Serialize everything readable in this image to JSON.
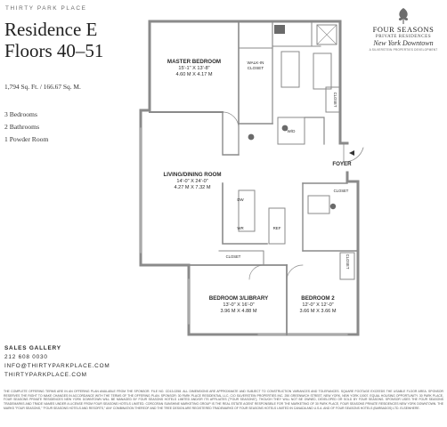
{
  "header": {
    "building": "THIRTY PARK PLACE",
    "residence": "Residence E",
    "floors": "Floors 40–51",
    "area": "1,794 Sq. Ft. / 166.67 Sq. M."
  },
  "specs": [
    "3 Bedrooms",
    "2 Bathrooms",
    "1 Powder Room"
  ],
  "brand": {
    "name": "FOUR SEASONS",
    "line2": "PRIVATE RESIDENCES",
    "line3": "New York Downtown",
    "tagline": "A SILVERSTEIN PROPERTIES DEVELOPMENT"
  },
  "rooms": {
    "master": {
      "name": "MASTER BEDROOM",
      "imperial": "15'-1\" X 13'-8\"",
      "metric": "4.60 M X 4.17 M"
    },
    "living": {
      "name": "LIVING/DINING ROOM",
      "imperial": "14'-0\" X 24'-0\"",
      "metric": "4.27 M X 7.32 M"
    },
    "bedroom3": {
      "name": "BEDROOM 3/LIBRARY",
      "imperial": "13'-0\" X 16'-0\"",
      "metric": "3.96 M X 4.88 M"
    },
    "bedroom2": {
      "name": "BEDROOM 2",
      "imperial": "12'-0\" X 12'-0\"",
      "metric": "3.66 M X 3.66 M"
    },
    "walkin": {
      "l1": "WALK-IN",
      "l2": "CLOSET"
    },
    "closet": "CLOSET",
    "wd": "W/D",
    "foyer": "FOYER",
    "dw": "DW",
    "wr": "WR",
    "ref": "REF"
  },
  "sales": {
    "heading": "SALES GALLERY",
    "phone": "212 608 0030",
    "email": "INFO@THIRTYPARKPLACE.COM",
    "web": "THIRTYPARKPLACE.COM"
  },
  "disclaimer": "THE COMPLETE OFFERING TERMS ARE IN AN OFFERING PLAN AVAILABLE FROM THE SPONSOR. FILE NO. CD13-0258. ALL DIMENSIONS ARE APPROXIMATE AND SUBJECT TO CONSTRUCTION VARIANCES AND TOLERANCES. SQUARE FOOTAGE EXCEEDS THE USABLE FLOOR AREA. SPONSOR RESERVES THE RIGHT TO MAKE CHANGES IN ACCORDANCE WITH THE TERMS OF THE OFFERING PLAN. SPONSOR: 30 PARK PLACE RESIDENTIAL LLC, C/O SILVERSTEIN PROPERTIES INC. 250 GREENWICH STREET, NEW YORK, NEW YORK 10007. EQUAL HOUSING OPPORTUNITY. 30 PARK PLACE, FOUR SEASONS PRIVATE RESIDENCES NEW YORK DOWNTOWN WILL BE MANAGED BY FOUR SEASONS HOTELS LIMITED AND/OR ITS AFFILIATES (\"FOUR SEASONS\"), THOUGH THEY WILL NOT BE OWNED, DEVELOPED OR SOLD BY FOUR SEASONS. SPONSOR USES THE FOUR SEASONS TRADEMARKS AND TRADE NAMES UNDER A LICENSE FROM FOUR SEASONS HOTELS LIMITED. CORCORAN SUNSHINE MARKETING GROUP IS THE REAL ESTATE AGENT RESPONSIBLE FOR THE MARKETING OF 30 PARK PLACE, FOUR SEASONS PRIVATE RESIDENCES NEW YORK DOWNTOWN. THE MARKS \"FOUR SEASONS,\" \"FOUR SEASONS HOTELS AND RESORTS,\" ANY COMBINATION THEREOF AND THE TREE DESIGN ARE REGISTERED TRADEMARKS OF FOUR SEASONS HOTELS LIMITED IN CANADA AND U.S.A. AND OF FOUR SEASONS HOTELS (BARBADOS) LTD. ELSEWHERE.",
  "colors": {
    "wall": "#8a8a8a",
    "text": "#1a1a1a",
    "muted": "#6b6b6b"
  }
}
